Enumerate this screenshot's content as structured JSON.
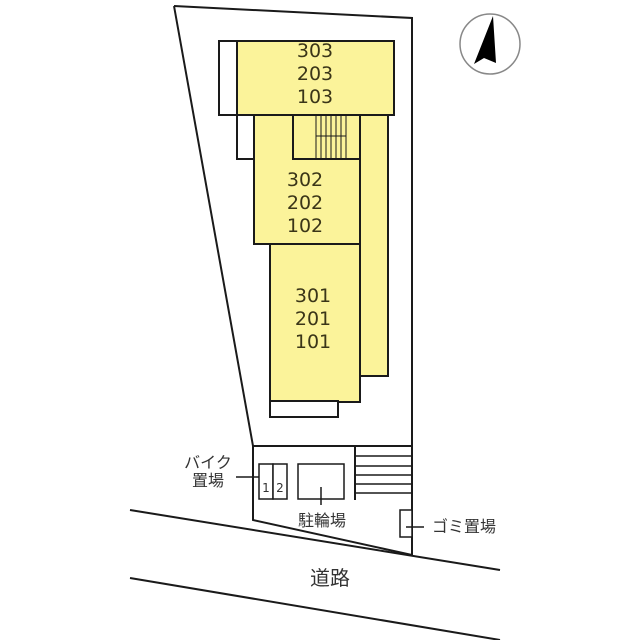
{
  "diagram": {
    "type": "site-layout-plan",
    "colors": {
      "building_fill": "#fbf39a",
      "line": "#1a1a1a",
      "background": "#ffffff"
    },
    "compass": {
      "icon": "north-arrow-icon"
    },
    "buildings": [
      {
        "id": "block-3",
        "units": [
          "303",
          "203",
          "103"
        ]
      },
      {
        "id": "block-2",
        "units": [
          "302",
          "202",
          "102"
        ]
      },
      {
        "id": "block-1",
        "units": [
          "301",
          "201",
          "101"
        ]
      }
    ],
    "labels": {
      "bike_parking_line1": "バイク",
      "bike_parking_line2": "置場",
      "bike_slot_1": "1",
      "bike_slot_2": "2",
      "bicycle_parking": "駐輪場",
      "garbage": "ゴミ置場",
      "road": "道路"
    }
  }
}
